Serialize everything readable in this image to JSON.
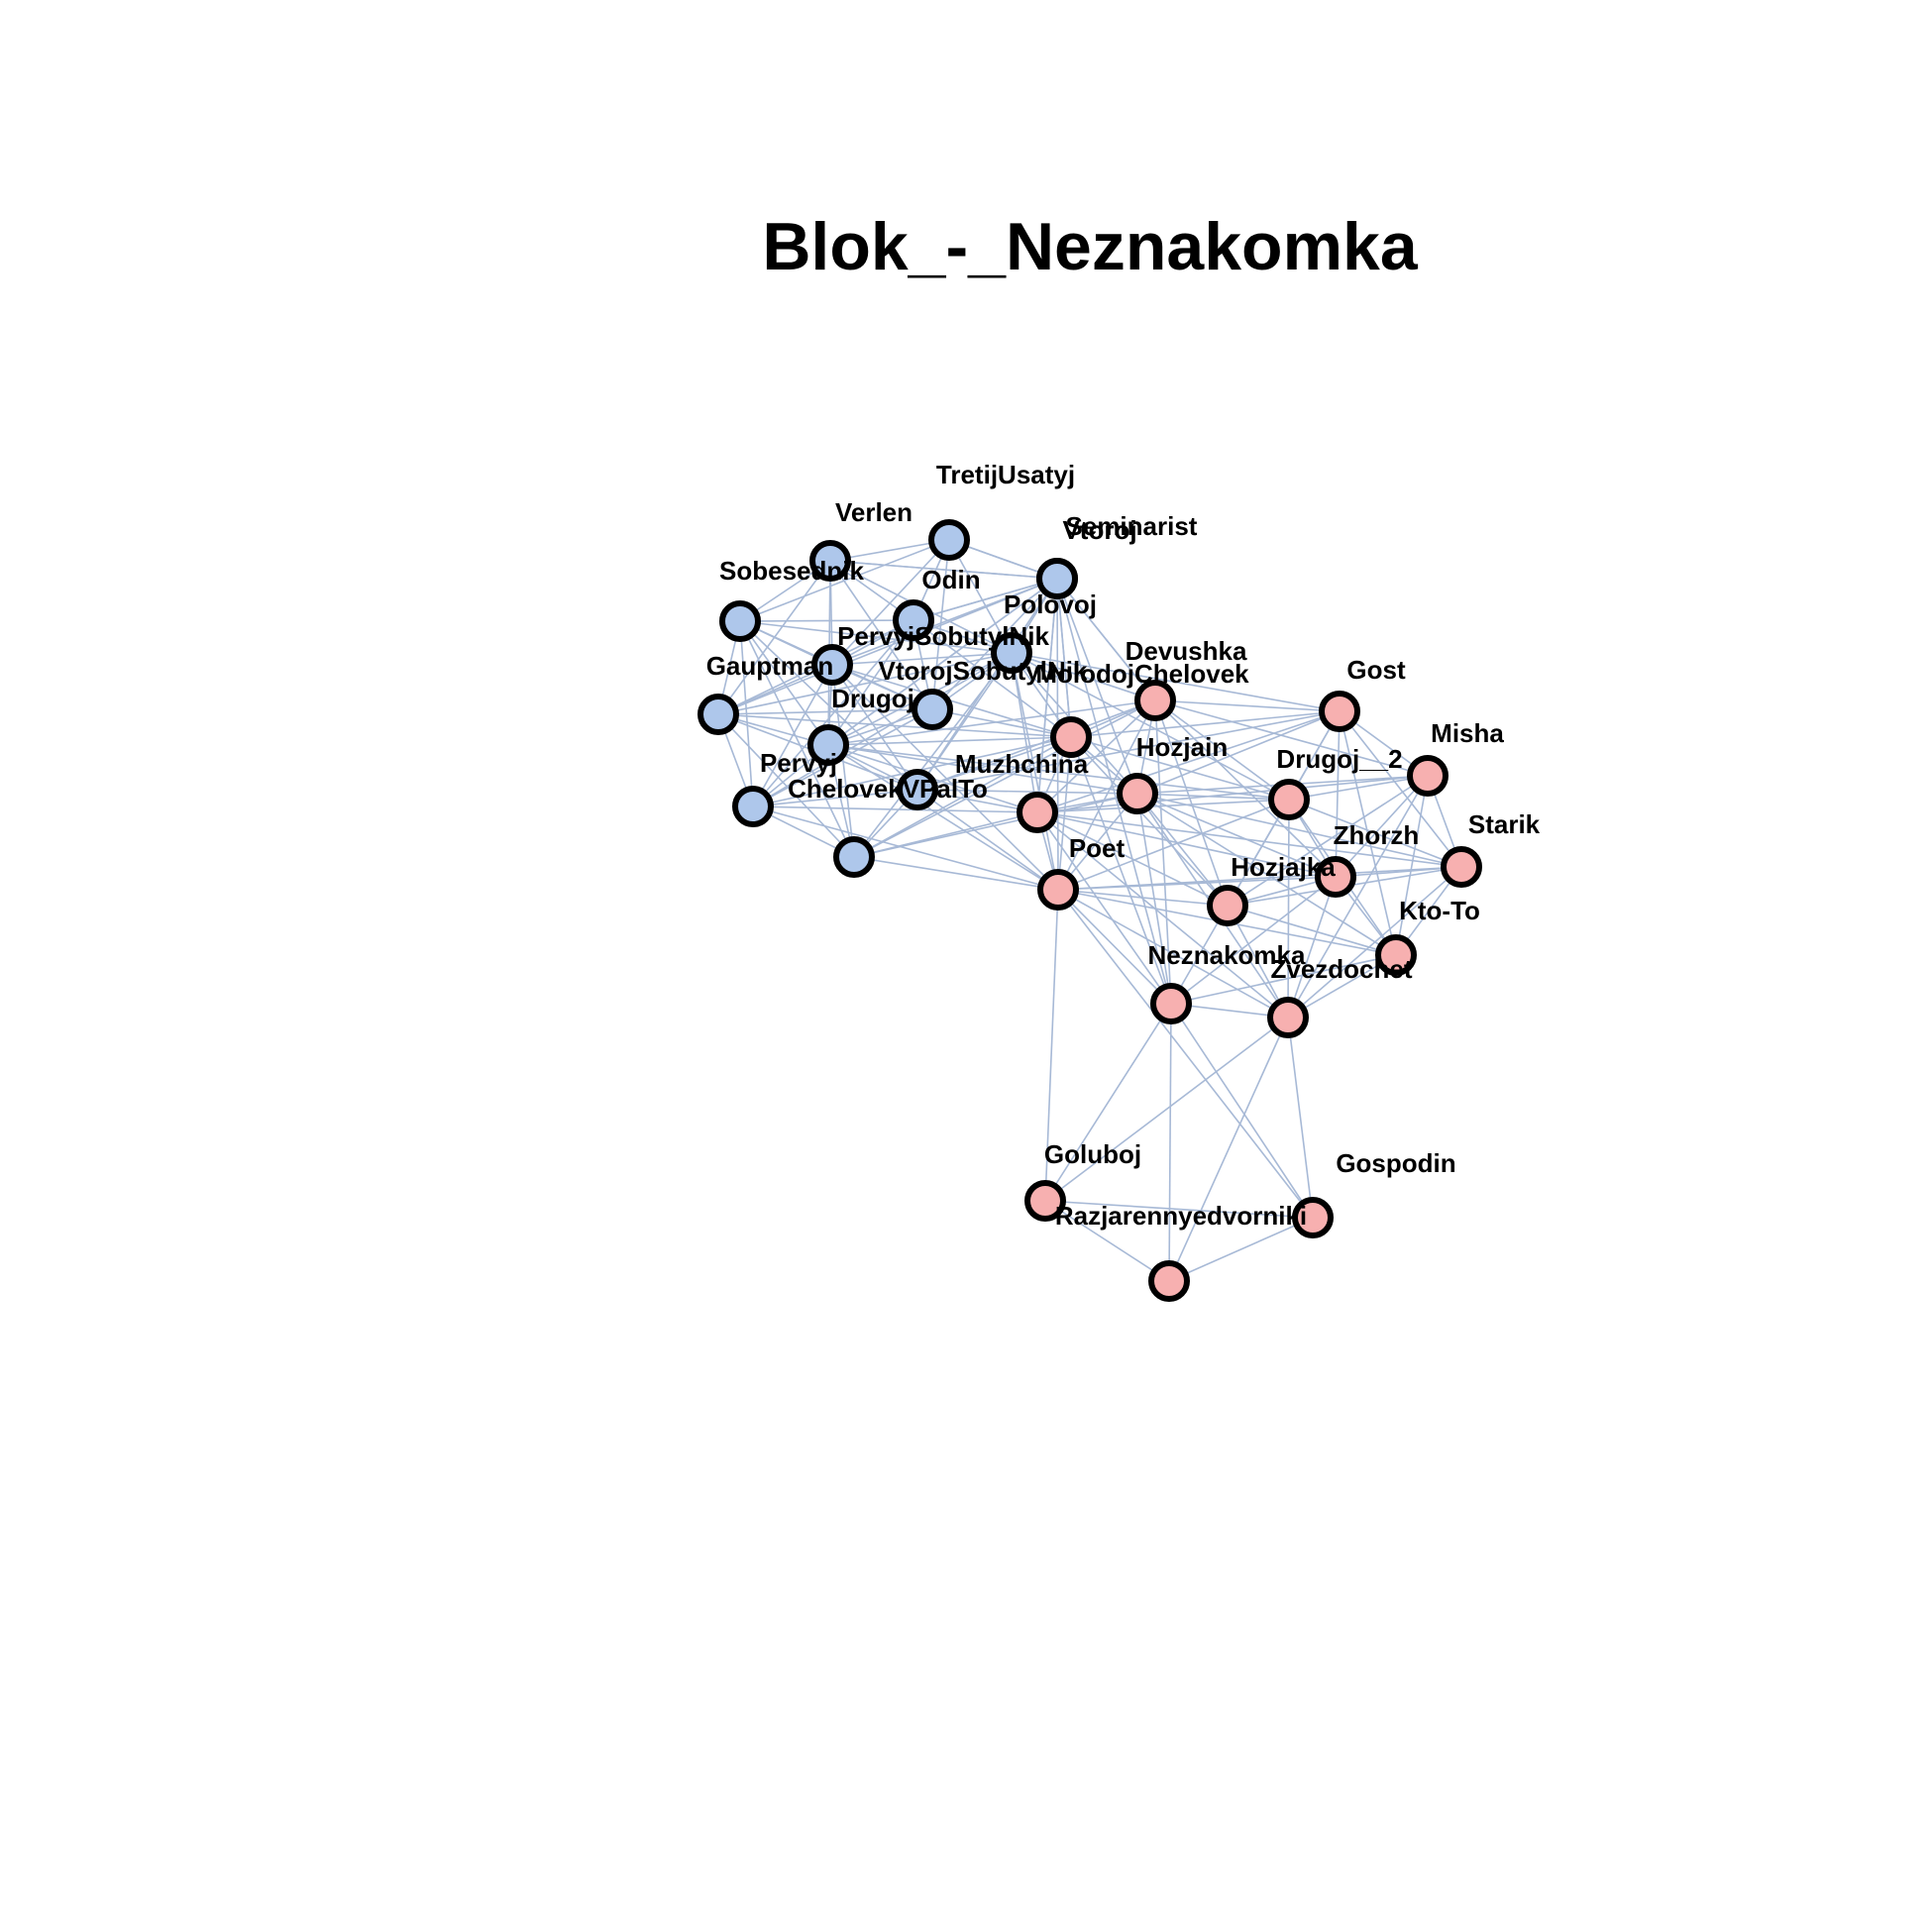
{
  "title": "Blok_-_Neznakomka",
  "colors": {
    "group_a": "#aec7eb",
    "group_b": "#f7b0b0",
    "edge": "#a7b9d6"
  },
  "nodes": [
    {
      "id": "TretijUsatyj",
      "label": "TretijUsatyj",
      "group": "a"
    },
    {
      "id": "Verlen",
      "label": "Verlen",
      "group": "a"
    },
    {
      "id": "Vtoroj",
      "label": "Vtoroj",
      "group": "a"
    },
    {
      "id": "Sobesednik",
      "label": "Sobesednik",
      "group": "a"
    },
    {
      "id": "Odin",
      "label": "Odin",
      "group": "a"
    },
    {
      "id": "PervyjSobutylNik",
      "label": "PervyjSobutylNik",
      "group": "a"
    },
    {
      "id": "Seminarist",
      "label": "Seminarist",
      "group": "a"
    },
    {
      "id": "Gauptman",
      "label": "Gauptman",
      "group": "a"
    },
    {
      "id": "Polovoj",
      "label": "Polovoj",
      "group": "a"
    },
    {
      "id": "VtorojSobutylNik",
      "label": "VtorojSobutylNik",
      "group": "a"
    },
    {
      "id": "Pervyj",
      "label": "Pervyj",
      "group": "a"
    },
    {
      "id": "Drugoj",
      "label": "Drugoj",
      "group": "a"
    },
    {
      "id": "ChelovekVPalTo",
      "label": "ChelovekVPalTo",
      "group": "a"
    },
    {
      "id": "Unlabeled",
      "label": "",
      "group": "a"
    },
    {
      "id": "Devushka",
      "label": "Devushka",
      "group": "b"
    },
    {
      "id": "MolodojChelovek",
      "label": "MolodojChelovek",
      "group": "b"
    },
    {
      "id": "Gost",
      "label": "Gost",
      "group": "b"
    },
    {
      "id": "Misha",
      "label": "Misha",
      "group": "b"
    },
    {
      "id": "Hozjain",
      "label": "Hozjain",
      "group": "b"
    },
    {
      "id": "Drugoj__2",
      "label": "Drugoj__2",
      "group": "b"
    },
    {
      "id": "Muzhchina",
      "label": "Muzhchina",
      "group": "b"
    },
    {
      "id": "Starik",
      "label": "Starik",
      "group": "b"
    },
    {
      "id": "Poet",
      "label": "Poet",
      "group": "b"
    },
    {
      "id": "Hozjajka",
      "label": "Hozjajka",
      "group": "b"
    },
    {
      "id": "Zhorzh",
      "label": "Zhorzh",
      "group": "b"
    },
    {
      "id": "Kto-To",
      "label": "Kto-To",
      "group": "b"
    },
    {
      "id": "Neznakomka",
      "label": "Neznakomka",
      "group": "b"
    },
    {
      "id": "Zvezdochet",
      "label": "Zvezdochet",
      "group": "b"
    },
    {
      "id": "Goluboj",
      "label": "Goluboj",
      "group": "b"
    },
    {
      "id": "Gospodin",
      "label": "Gospodin",
      "group": "b"
    },
    {
      "id": "Razjarennyedvorniki",
      "label": "Razjarennyedvorniki",
      "group": "b"
    }
  ],
  "edges": [
    [
      "Verlen",
      "TretijUsatyj"
    ],
    [
      "Verlen",
      "Sobesednik"
    ],
    [
      "Verlen",
      "Odin"
    ],
    [
      "Verlen",
      "PervyjSobutylNik"
    ],
    [
      "Verlen",
      "Polovoj"
    ],
    [
      "Verlen",
      "Vtoroj"
    ],
    [
      "Verlen",
      "Seminarist"
    ],
    [
      "Verlen",
      "Gauptman"
    ],
    [
      "Verlen",
      "VtorojSobutylNik"
    ],
    [
      "Verlen",
      "Drugoj"
    ],
    [
      "TretijUsatyj",
      "Vtoroj"
    ],
    [
      "TretijUsatyj",
      "Odin"
    ],
    [
      "TretijUsatyj",
      "Sobesednik"
    ],
    [
      "TretijUsatyj",
      "Polovoj"
    ],
    [
      "TretijUsatyj",
      "PervyjSobutylNik"
    ],
    [
      "TretijUsatyj",
      "Seminarist"
    ],
    [
      "TretijUsatyj",
      "VtorojSobutylNik"
    ],
    [
      "Vtoroj",
      "Odin"
    ],
    [
      "Vtoroj",
      "Seminarist"
    ],
    [
      "Vtoroj",
      "Polovoj"
    ],
    [
      "Vtoroj",
      "PervyjSobutylNik"
    ],
    [
      "Vtoroj",
      "Devushka"
    ],
    [
      "Vtoroj",
      "MolodojChelovek"
    ],
    [
      "Vtoroj",
      "Muzhchina"
    ],
    [
      "Vtoroj",
      "Drugoj"
    ],
    [
      "Sobesednik",
      "Odin"
    ],
    [
      "Sobesednik",
      "PervyjSobutylNik"
    ],
    [
      "Sobesednik",
      "Gauptman"
    ],
    [
      "Sobesednik",
      "Pervyj"
    ],
    [
      "Sobesednik",
      "Polovoj"
    ],
    [
      "Sobesednik",
      "Drugoj"
    ],
    [
      "Sobesednik",
      "VtorojSobutylNik"
    ],
    [
      "Sobesednik",
      "ChelovekVPalTo"
    ],
    [
      "Sobesednik",
      "Unlabeled"
    ],
    [
      "Odin",
      "PervyjSobutylNik"
    ],
    [
      "Odin",
      "Seminarist"
    ],
    [
      "Odin",
      "Polovoj"
    ],
    [
      "Odin",
      "Gauptman"
    ],
    [
      "Odin",
      "Pervyj"
    ],
    [
      "Odin",
      "Drugoj"
    ],
    [
      "Odin",
      "MolodojChelovek"
    ],
    [
      "Odin",
      "Devushka"
    ],
    [
      "PervyjSobutylNik",
      "Gauptman"
    ],
    [
      "PervyjSobutylNik",
      "Polovoj"
    ],
    [
      "PervyjSobutylNik",
      "Pervyj"
    ],
    [
      "PervyjSobutylNik",
      "Drugoj"
    ],
    [
      "PervyjSobutylNik",
      "ChelovekVPalTo"
    ],
    [
      "PervyjSobutylNik",
      "Unlabeled"
    ],
    [
      "PervyjSobutylNik",
      "Poet"
    ],
    [
      "PervyjSobutylNik",
      "MolodojChelovek"
    ],
    [
      "Seminarist",
      "Polovoj"
    ],
    [
      "Seminarist",
      "MolodojChelovek"
    ],
    [
      "Seminarist",
      "Devushka"
    ],
    [
      "Seminarist",
      "Muzhchina"
    ],
    [
      "Seminarist",
      "Hozjain"
    ],
    [
      "Seminarist",
      "Drugoj"
    ],
    [
      "Seminarist",
      "Poet"
    ],
    [
      "Seminarist",
      "ChelovekVPalTo"
    ],
    [
      "Seminarist",
      "Neznakomka"
    ],
    [
      "Gauptman",
      "Pervyj"
    ],
    [
      "Gauptman",
      "Polovoj"
    ],
    [
      "Gauptman",
      "Drugoj"
    ],
    [
      "Gauptman",
      "ChelovekVPalTo"
    ],
    [
      "Gauptman",
      "Unlabeled"
    ],
    [
      "Gauptman",
      "Seminarist"
    ],
    [
      "Gauptman",
      "MolodojChelovek"
    ],
    [
      "Polovoj",
      "Pervyj"
    ],
    [
      "Polovoj",
      "Drugoj"
    ],
    [
      "Polovoj",
      "ChelovekVPalTo"
    ],
    [
      "Polovoj",
      "Unlabeled"
    ],
    [
      "Polovoj",
      "MolodojChelovek"
    ],
    [
      "Polovoj",
      "Devushka"
    ],
    [
      "Polovoj",
      "Muzhchina"
    ],
    [
      "Polovoj",
      "Hozjain"
    ],
    [
      "Polovoj",
      "Poet"
    ],
    [
      "Polovoj",
      "Gost"
    ],
    [
      "Polovoj",
      "Drugoj__2"
    ],
    [
      "VtorojSobutylNik",
      "Polovoj"
    ],
    [
      "VtorojSobutylNik",
      "Pervyj"
    ],
    [
      "VtorojSobutylNik",
      "Drugoj"
    ],
    [
      "VtorojSobutylNik",
      "Gauptman"
    ],
    [
      "VtorojSobutylNik",
      "Seminarist"
    ],
    [
      "VtorojSobutylNik",
      "Odin"
    ],
    [
      "VtorojSobutylNik",
      "PervyjSobutylNik"
    ],
    [
      "VtorojSobutylNik",
      "MolodojChelovek"
    ],
    [
      "Pervyj",
      "Drugoj"
    ],
    [
      "Pervyj",
      "ChelovekVPalTo"
    ],
    [
      "Pervyj",
      "Unlabeled"
    ],
    [
      "Pervyj",
      "MolodojChelovek"
    ],
    [
      "Pervyj",
      "Muzhchina"
    ],
    [
      "Pervyj",
      "Poet"
    ],
    [
      "Drugoj",
      "ChelovekVPalTo"
    ],
    [
      "Drugoj",
      "Unlabeled"
    ],
    [
      "Drugoj",
      "MolodojChelovek"
    ],
    [
      "Drugoj",
      "Muzhchina"
    ],
    [
      "Drugoj",
      "Hozjain"
    ],
    [
      "Drugoj",
      "Poet"
    ],
    [
      "Drugoj",
      "Devushka"
    ],
    [
      "Drugoj",
      "Drugoj__2"
    ],
    [
      "ChelovekVPalTo",
      "Unlabeled"
    ],
    [
      "ChelovekVPalTo",
      "MolodojChelovek"
    ],
    [
      "ChelovekVPalTo",
      "Muzhchina"
    ],
    [
      "ChelovekVPalTo",
      "Poet"
    ],
    [
      "ChelovekVPalTo",
      "Hozjain"
    ],
    [
      "ChelovekVPalTo",
      "Devushka"
    ],
    [
      "ChelovekVPalTo",
      "Gost"
    ],
    [
      "Unlabeled",
      "Muzhchina"
    ],
    [
      "Unlabeled",
      "Poet"
    ],
    [
      "Unlabeled",
      "MolodojChelovek"
    ],
    [
      "Unlabeled",
      "Devushka"
    ],
    [
      "Unlabeled",
      "Hozjain"
    ],
    [
      "Devushka",
      "MolodojChelovek"
    ],
    [
      "Devushka",
      "Gost"
    ],
    [
      "Devushka",
      "Hozjain"
    ],
    [
      "Devushka",
      "Drugoj__2"
    ],
    [
      "Devushka",
      "Muzhchina"
    ],
    [
      "Devushka",
      "Poet"
    ],
    [
      "Devushka",
      "Misha"
    ],
    [
      "Devushka",
      "Hozjajka"
    ],
    [
      "Devushka",
      "Zhorzh"
    ],
    [
      "Devushka",
      "Neznakomka"
    ],
    [
      "MolodojChelovek",
      "Muzhchina"
    ],
    [
      "MolodojChelovek",
      "Hozjain"
    ],
    [
      "MolodojChelovek",
      "Poet"
    ],
    [
      "MolodojChelovek",
      "Gost"
    ],
    [
      "MolodojChelovek",
      "Drugoj__2"
    ],
    [
      "MolodojChelovek",
      "Neznakomka"
    ],
    [
      "MolodojChelovek",
      "Hozjajka"
    ],
    [
      "Gost",
      "Misha"
    ],
    [
      "Gost",
      "Drugoj__2"
    ],
    [
      "Gost",
      "Hozjain"
    ],
    [
      "Gost",
      "Zhorzh"
    ],
    [
      "Gost",
      "Starik"
    ],
    [
      "Gost",
      "Hozjajka"
    ],
    [
      "Gost",
      "Kto-To"
    ],
    [
      "Gost",
      "Muzhchina"
    ],
    [
      "Misha",
      "Drugoj__2"
    ],
    [
      "Misha",
      "Starik"
    ],
    [
      "Misha",
      "Zhorzh"
    ],
    [
      "Misha",
      "Hozjain"
    ],
    [
      "Misha",
      "Kto-To"
    ],
    [
      "Misha",
      "Hozjajka"
    ],
    [
      "Misha",
      "Zvezdochet"
    ],
    [
      "Misha",
      "Muzhchina"
    ],
    [
      "Hozjain",
      "Drugoj__2"
    ],
    [
      "Hozjain",
      "Muzhchina"
    ],
    [
      "Hozjain",
      "Poet"
    ],
    [
      "Hozjain",
      "Hozjajka"
    ],
    [
      "Hozjain",
      "Zhorzh"
    ],
    [
      "Hozjain",
      "Starik"
    ],
    [
      "Hozjain",
      "Neznakomka"
    ],
    [
      "Hozjain",
      "Zvezdochet"
    ],
    [
      "Hozjain",
      "Kto-To"
    ],
    [
      "Drugoj__2",
      "Zhorzh"
    ],
    [
      "Drugoj__2",
      "Starik"
    ],
    [
      "Drugoj__2",
      "Hozjajka"
    ],
    [
      "Drugoj__2",
      "Kto-To"
    ],
    [
      "Drugoj__2",
      "Muzhchina"
    ],
    [
      "Drugoj__2",
      "Zvezdochet"
    ],
    [
      "Drugoj__2",
      "Poet"
    ],
    [
      "Muzhchina",
      "Poet"
    ],
    [
      "Muzhchina",
      "Hozjajka"
    ],
    [
      "Muzhchina",
      "Neznakomka"
    ],
    [
      "Muzhchina",
      "Zvezdochet"
    ],
    [
      "Muzhchina",
      "Zhorzh"
    ],
    [
      "Muzhchina",
      "Starik"
    ],
    [
      "Starik",
      "Zhorzh"
    ],
    [
      "Starik",
      "Kto-To"
    ],
    [
      "Starik",
      "Hozjajka"
    ],
    [
      "Starik",
      "Zvezdochet"
    ],
    [
      "Starik",
      "Poet"
    ],
    [
      "Poet",
      "Hozjajka"
    ],
    [
      "Poet",
      "Neznakomka"
    ],
    [
      "Poet",
      "Zvezdochet"
    ],
    [
      "Poet",
      "Goluboj"
    ],
    [
      "Poet",
      "Gospodin"
    ],
    [
      "Poet",
      "Kto-To"
    ],
    [
      "Poet",
      "Zhorzh"
    ],
    [
      "Hozjajka",
      "Zhorzh"
    ],
    [
      "Hozjajka",
      "Kto-To"
    ],
    [
      "Hozjajka",
      "Zvezdochet"
    ],
    [
      "Hozjajka",
      "Neznakomka"
    ],
    [
      "Zhorzh",
      "Kto-To"
    ],
    [
      "Zhorzh",
      "Zvezdochet"
    ],
    [
      "Zhorzh",
      "Neznakomka"
    ],
    [
      "Kto-To",
      "Zvezdochet"
    ],
    [
      "Kto-To",
      "Neznakomka"
    ],
    [
      "Neznakomka",
      "Zvezdochet"
    ],
    [
      "Neznakomka",
      "Goluboj"
    ],
    [
      "Neznakomka",
      "Razjarennyedvorniki"
    ],
    [
      "Neznakomka",
      "Gospodin"
    ],
    [
      "Zvezdochet",
      "Goluboj"
    ],
    [
      "Zvezdochet",
      "Gospodin"
    ],
    [
      "Zvezdochet",
      "Razjarennyedvorniki"
    ],
    [
      "Goluboj",
      "Gospodin"
    ],
    [
      "Goluboj",
      "Razjarennyedvorniki"
    ],
    [
      "Gospodin",
      "Razjarennyedvorniki"
    ]
  ]
}
